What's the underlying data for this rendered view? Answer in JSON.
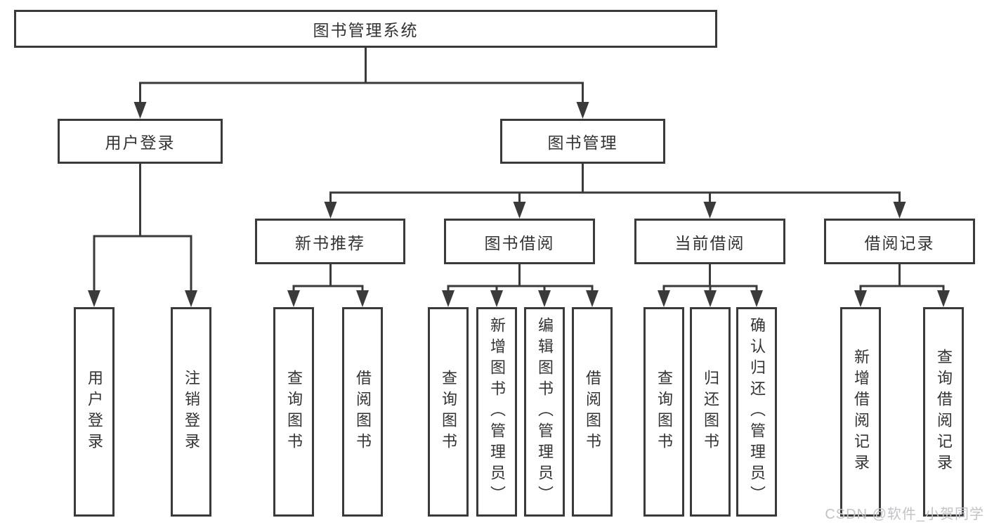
{
  "diagram": {
    "title": "图书管理系统",
    "nodes": {
      "root": {
        "label": "图书管理系统"
      },
      "user_login": {
        "label": "用户登录"
      },
      "book_mgmt": {
        "label": "图书管理"
      },
      "new_book_rec": {
        "label": "新书推荐"
      },
      "book_borrow": {
        "label": "图书借阅"
      },
      "current_borrow": {
        "label": "当前借阅"
      },
      "borrow_record": {
        "label": "借阅记录"
      },
      "leaf_user_login": {
        "label": "用户登录"
      },
      "leaf_logout": {
        "label": "注销登录"
      },
      "leaf_rec_query": {
        "label": "查询图书"
      },
      "leaf_rec_borrow": {
        "label": "借阅图书"
      },
      "leaf_bor_query": {
        "label": "查询图书"
      },
      "leaf_bor_add": {
        "label": "新增图书（管理员）"
      },
      "leaf_bor_edit": {
        "label": "编辑图书（管理员）"
      },
      "leaf_bor_borrow": {
        "label": "借阅图书"
      },
      "leaf_cur_query": {
        "label": "查询图书"
      },
      "leaf_cur_return": {
        "label": "归还图书"
      },
      "leaf_cur_confirm": {
        "label": "确认归还（管理员）"
      },
      "leaf_rcd_add": {
        "label": "新增借阅记录"
      },
      "leaf_rcd_query": {
        "label": "查询借阅记录"
      }
    },
    "colors": {
      "line": "#3a3a3a",
      "box_border": "#3a3a3a",
      "text": "#333333",
      "watermark": "#c3c3c7",
      "background": "#ffffff"
    }
  },
  "watermark": {
    "text": "CSDN @软件_小贺同学"
  }
}
